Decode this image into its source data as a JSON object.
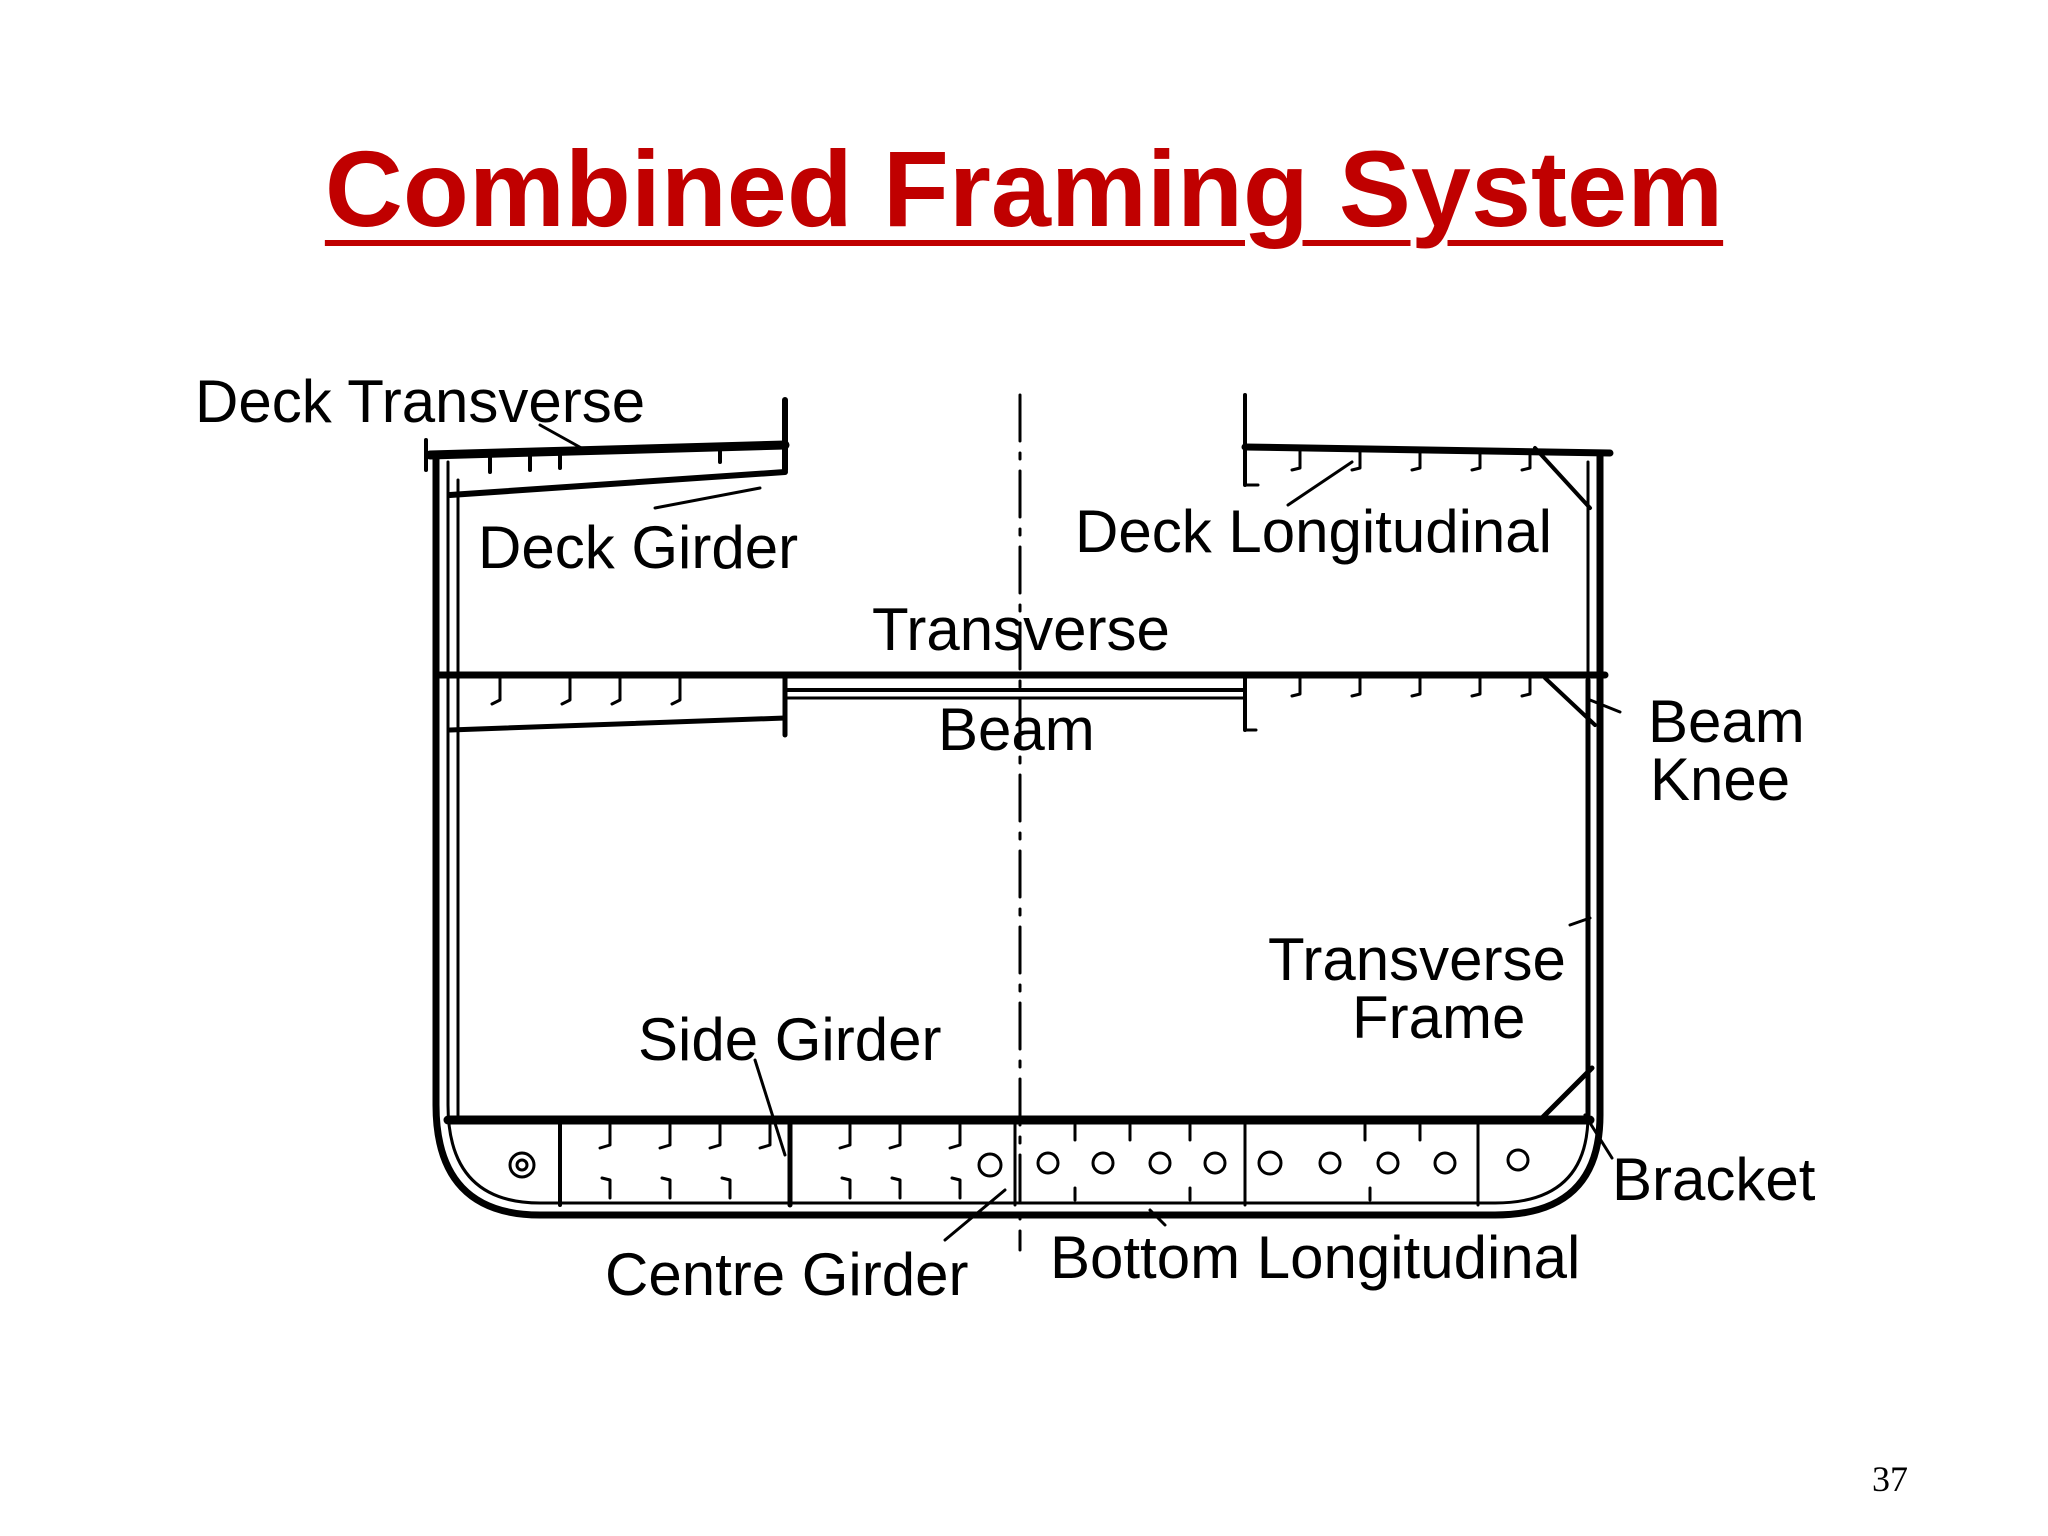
{
  "slide": {
    "title": "Combined Framing System",
    "title_color": "#c00000",
    "page_number": "37"
  },
  "diagram": {
    "labels": {
      "deck_transverse": "Deck Transverse",
      "deck_girder": "Deck Girder",
      "deck_longitudinal": "Deck Longitudinal",
      "transverse": "Transverse",
      "beam": "Beam",
      "beam_knee_line1": "Beam",
      "beam_knee_line2": "Knee",
      "transverse_frame_line1": "Transverse",
      "transverse_frame_line2": "Frame",
      "side_girder": "Side Girder",
      "bracket": "Bracket",
      "centre_girder": "Centre Girder",
      "bottom_longitudinal": "Bottom Longitudinal"
    }
  }
}
